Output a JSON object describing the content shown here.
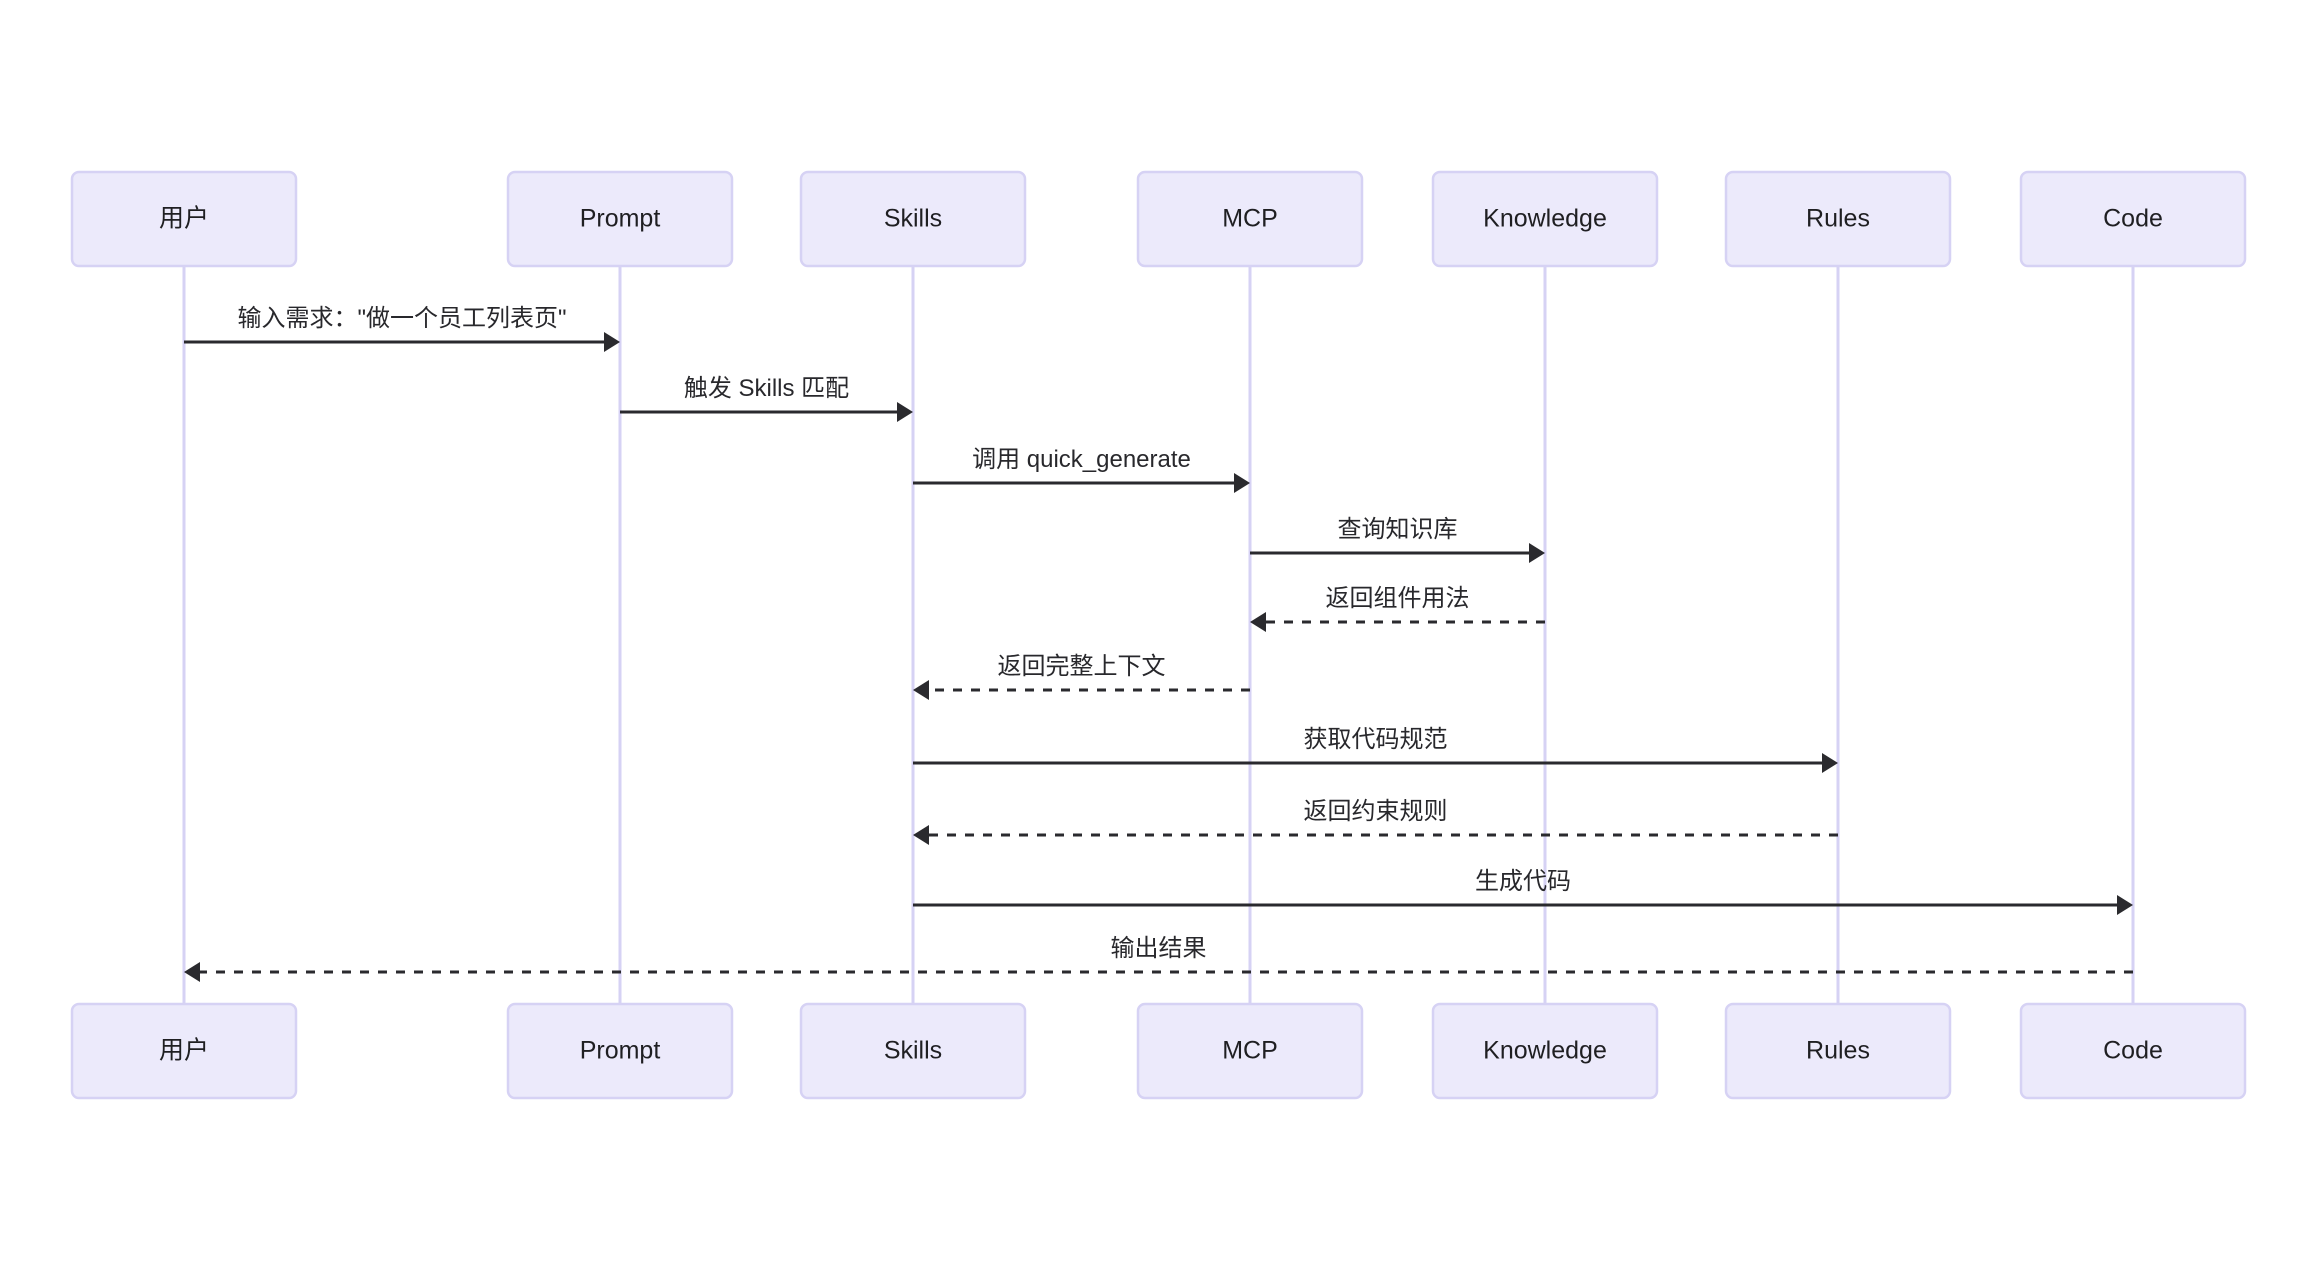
{
  "diagram": {
    "type": "sequence-diagram",
    "background_color": "#FFFFFF",
    "actor_fill_color": "#ECEAFB",
    "actor_border_color": "#D6D2F4",
    "lifeline_color": "#D6D2F4",
    "message_color": "#2A2A2E",
    "participants": [
      {
        "id": "user",
        "label": "用户"
      },
      {
        "id": "prompt",
        "label": "Prompt"
      },
      {
        "id": "skills",
        "label": "Skills"
      },
      {
        "id": "mcp",
        "label": "MCP"
      },
      {
        "id": "knowledge",
        "label": "Knowledge"
      },
      {
        "id": "rules",
        "label": "Rules"
      },
      {
        "id": "code",
        "label": "Code"
      }
    ],
    "messages": [
      {
        "index": 1,
        "from": "user",
        "to": "prompt",
        "label": "输入需求：\"做一个员工列表页\"",
        "style": "solid",
        "direction": "forward"
      },
      {
        "index": 2,
        "from": "prompt",
        "to": "skills",
        "label": "触发 Skills 匹配",
        "style": "solid",
        "direction": "forward"
      },
      {
        "index": 3,
        "from": "skills",
        "to": "mcp",
        "label": "调用 quick_generate",
        "style": "solid",
        "direction": "forward"
      },
      {
        "index": 4,
        "from": "mcp",
        "to": "knowledge",
        "label": "查询知识库",
        "style": "solid",
        "direction": "forward"
      },
      {
        "index": 5,
        "from": "knowledge",
        "to": "mcp",
        "label": "返回组件用法",
        "style": "dashed",
        "direction": "backward"
      },
      {
        "index": 6,
        "from": "mcp",
        "to": "skills",
        "label": "返回完整上下文",
        "style": "dashed",
        "direction": "backward"
      },
      {
        "index": 7,
        "from": "skills",
        "to": "rules",
        "label": "获取代码规范",
        "style": "solid",
        "direction": "forward"
      },
      {
        "index": 8,
        "from": "rules",
        "to": "skills",
        "label": "返回约束规则",
        "style": "dashed",
        "direction": "backward"
      },
      {
        "index": 9,
        "from": "skills",
        "to": "code",
        "label": "生成代码",
        "style": "solid",
        "direction": "forward"
      },
      {
        "index": 10,
        "from": "code",
        "to": "user",
        "label": "输出结果",
        "style": "dashed",
        "direction": "backward"
      }
    ]
  }
}
